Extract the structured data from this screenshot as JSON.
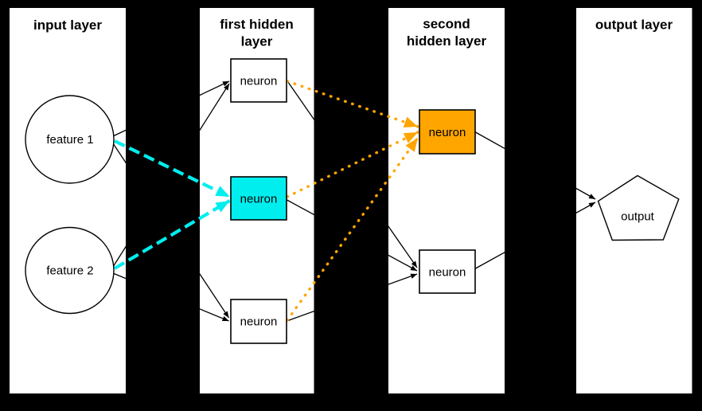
{
  "colors": {
    "background": "#000000",
    "panel": "#ffffff",
    "edge": "#000000",
    "highlight_cyan": "#00eeee",
    "highlight_orange": "#ffa500",
    "text": "#000000"
  },
  "layers": [
    {
      "title": "input layer",
      "title_lines": [
        "input layer"
      ]
    },
    {
      "title": "first hidden layer",
      "title_lines": [
        "first hidden",
        "layer"
      ]
    },
    {
      "title": "second hidden layer",
      "title_lines": [
        "second",
        "hidden layer"
      ]
    },
    {
      "title": "output layer",
      "title_lines": [
        "output layer"
      ]
    }
  ],
  "nodes": {
    "feature1": {
      "label": "feature 1",
      "shape": "ellipse",
      "fill": "#ffffff"
    },
    "feature2": {
      "label": "feature 2",
      "shape": "ellipse",
      "fill": "#ffffff"
    },
    "hidden1_top": {
      "label": "neuron",
      "shape": "box",
      "fill": "#ffffff"
    },
    "hidden1_middle": {
      "label": "neuron",
      "shape": "box",
      "fill": "#00eeee"
    },
    "hidden1_bottom": {
      "label": "neuron",
      "shape": "box",
      "fill": "#ffffff"
    },
    "hidden2_top": {
      "label": "neuron",
      "shape": "box",
      "fill": "#ffa500"
    },
    "hidden2_bottom": {
      "label": "neuron",
      "shape": "box",
      "fill": "#ffffff"
    },
    "output": {
      "label": "output",
      "shape": "pentagon",
      "fill": "#ffffff"
    }
  },
  "edges": [
    {
      "from": "feature1",
      "to": "hidden1_top",
      "style": "solid",
      "color": "#000000"
    },
    {
      "from": "feature1",
      "to": "hidden1_middle",
      "style": "dashed",
      "color": "#00eeee"
    },
    {
      "from": "feature1",
      "to": "hidden1_bottom",
      "style": "solid",
      "color": "#000000"
    },
    {
      "from": "feature2",
      "to": "hidden1_top",
      "style": "solid",
      "color": "#000000"
    },
    {
      "from": "feature2",
      "to": "hidden1_middle",
      "style": "dashed",
      "color": "#00eeee"
    },
    {
      "from": "feature2",
      "to": "hidden1_bottom",
      "style": "solid",
      "color": "#000000"
    },
    {
      "from": "hidden1_top",
      "to": "hidden2_top",
      "style": "dotted",
      "color": "#ffa500"
    },
    {
      "from": "hidden1_top",
      "to": "hidden2_bottom",
      "style": "solid",
      "color": "#000000"
    },
    {
      "from": "hidden1_middle",
      "to": "hidden2_top",
      "style": "dotted",
      "color": "#ffa500"
    },
    {
      "from": "hidden1_middle",
      "to": "hidden2_bottom",
      "style": "solid",
      "color": "#000000"
    },
    {
      "from": "hidden1_bottom",
      "to": "hidden2_top",
      "style": "dotted",
      "color": "#ffa500"
    },
    {
      "from": "hidden1_bottom",
      "to": "hidden2_bottom",
      "style": "solid",
      "color": "#000000"
    },
    {
      "from": "hidden2_top",
      "to": "output",
      "style": "solid",
      "color": "#000000"
    },
    {
      "from": "hidden2_bottom",
      "to": "output",
      "style": "solid",
      "color": "#000000"
    }
  ]
}
